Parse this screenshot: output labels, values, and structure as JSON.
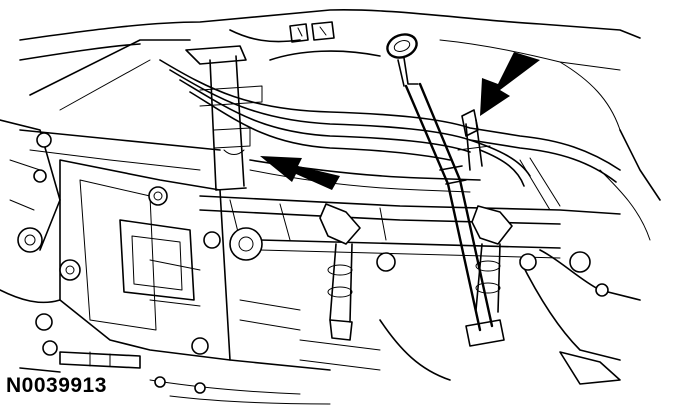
{
  "figure": {
    "id_label": "N0039913",
    "ink_color": "#000000",
    "background_color": "#ffffff",
    "callouts": [
      {
        "name": "arrow-upper-right",
        "icon": "arrow-icon",
        "points_to": "bracket"
      },
      {
        "name": "arrow-center",
        "icon": "arrow-icon",
        "points_to": "bracket"
      }
    ]
  }
}
